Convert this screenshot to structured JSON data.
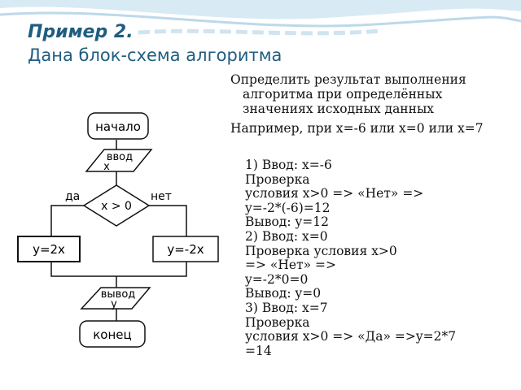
{
  "slide": {
    "title": "Пример 2.",
    "subtitle": "Дана блок-схема алгоритма"
  },
  "task": {
    "line1": "Определить результат выполнения",
    "line2": "алгоритма при определённых",
    "line3": "значениях исходных данных",
    "example": "Например, при x=-6 или x=0 или x=7"
  },
  "flowchart": {
    "start": "начало",
    "input_label": "ввод",
    "input_var": "x",
    "condition": "x > 0",
    "yes": "да",
    "no": "нет",
    "yes_action": "y=2x",
    "no_action": "y=-2x",
    "output_label": "вывод",
    "output_var": "y",
    "end": "конец"
  },
  "steps": [
    "1)      Ввод:  x=-6",
    "Проверка",
    "условия x>0 => «Нет» =>",
    "y=-2*(-6)=12",
    "Вывод: y=12",
    "2)      Ввод:  x=0",
    "Проверка условия x>0",
    "=> «Нет» =>",
    "y=-2*0=0",
    "Вывод: y=0",
    "3)      Ввод:  x=7",
    "Проверка",
    "условия x>0 => «Да» =>y=2*7",
    "=14"
  ],
  "colors": {
    "title": "#1f5d80",
    "wave": "#bcd9ea"
  }
}
